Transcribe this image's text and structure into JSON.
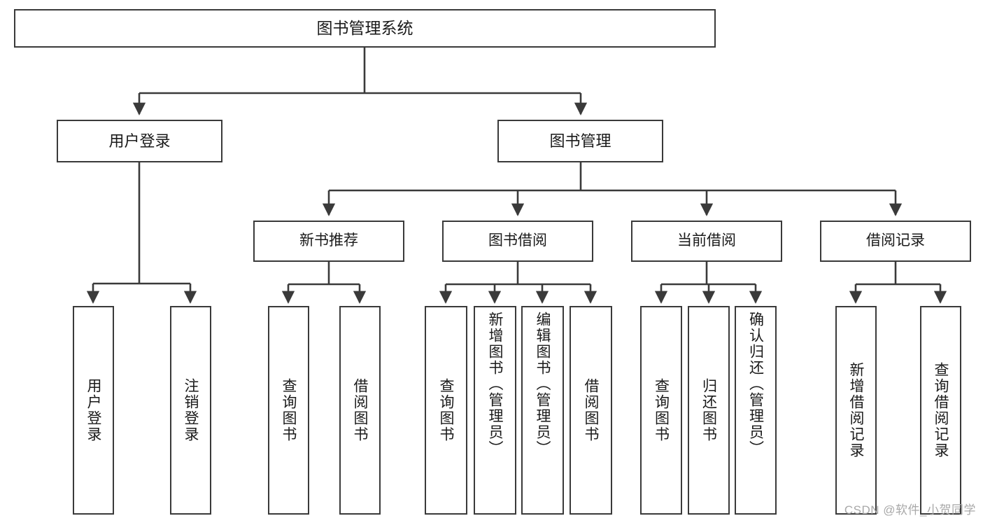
{
  "diagram": {
    "title": "图书管理系统",
    "type": "tree",
    "root": {
      "id": "root",
      "label": "图书管理系统"
    },
    "level2": [
      {
        "id": "user-login",
        "label": "用户登录"
      },
      {
        "id": "book-manage",
        "label": "图书管理"
      }
    ],
    "level3": [
      {
        "id": "new-book-rec",
        "label": "新书推荐",
        "parent": "book-manage"
      },
      {
        "id": "book-borrow",
        "label": "图书借阅",
        "parent": "book-manage"
      },
      {
        "id": "current-borrow",
        "label": "当前借阅",
        "parent": "book-manage"
      },
      {
        "id": "borrow-record",
        "label": "借阅记录",
        "parent": "book-manage"
      }
    ],
    "leaves": [
      {
        "id": "leaf-user-login",
        "label": "用户登录",
        "parent": "user-login"
      },
      {
        "id": "leaf-logout",
        "label": "注销登录",
        "parent": "user-login"
      },
      {
        "id": "leaf-query-book-1",
        "label": "查询图书",
        "parent": "new-book-rec"
      },
      {
        "id": "leaf-borrow-book-1",
        "label": "借阅图书",
        "parent": "new-book-rec"
      },
      {
        "id": "leaf-query-book-2",
        "label": "查询图书",
        "parent": "book-borrow"
      },
      {
        "id": "leaf-add-book",
        "label": "新增图书（管理员）",
        "parent": "book-borrow"
      },
      {
        "id": "leaf-edit-book",
        "label": "编辑图书（管理员）",
        "parent": "book-borrow"
      },
      {
        "id": "leaf-borrow-book-2",
        "label": "借阅图书",
        "parent": "book-borrow"
      },
      {
        "id": "leaf-query-book-3",
        "label": "查询图书",
        "parent": "current-borrow"
      },
      {
        "id": "leaf-return-book",
        "label": "归还图书",
        "parent": "current-borrow"
      },
      {
        "id": "leaf-confirm-return",
        "label": "确认归还（管理员）",
        "parent": "current-borrow"
      },
      {
        "id": "leaf-add-record",
        "label": "新增借阅记录",
        "parent": "borrow-record"
      },
      {
        "id": "leaf-query-record",
        "label": "查询借阅记录",
        "parent": "borrow-record"
      }
    ],
    "colors": {
      "border": "#3a3a3a",
      "background": "#ffffff",
      "text": "#1a1a1a",
      "edge": "#3a3a3a",
      "watermark": "#a8a8a8"
    }
  },
  "watermark": {
    "text": "CSDN @软件_小贺同学"
  }
}
